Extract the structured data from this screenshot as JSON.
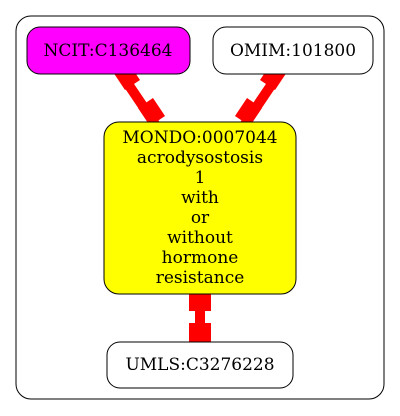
{
  "colors": {
    "ncit_fill": "#ff00ff",
    "center_fill": "#ffff00",
    "plain_fill": "#ffffff",
    "edge": "#ff0000",
    "stroke": "#000000"
  },
  "nodes": {
    "ncit": {
      "label": "NCIT:C136464"
    },
    "omim": {
      "label": "OMIM:101800"
    },
    "mondo": {
      "lines": [
        "MONDO:0007044",
        "acrodysostosis",
        "1",
        "with",
        "or",
        "without",
        "hormone",
        "resistance"
      ]
    },
    "umls": {
      "label": "UMLS:C3276228"
    }
  }
}
